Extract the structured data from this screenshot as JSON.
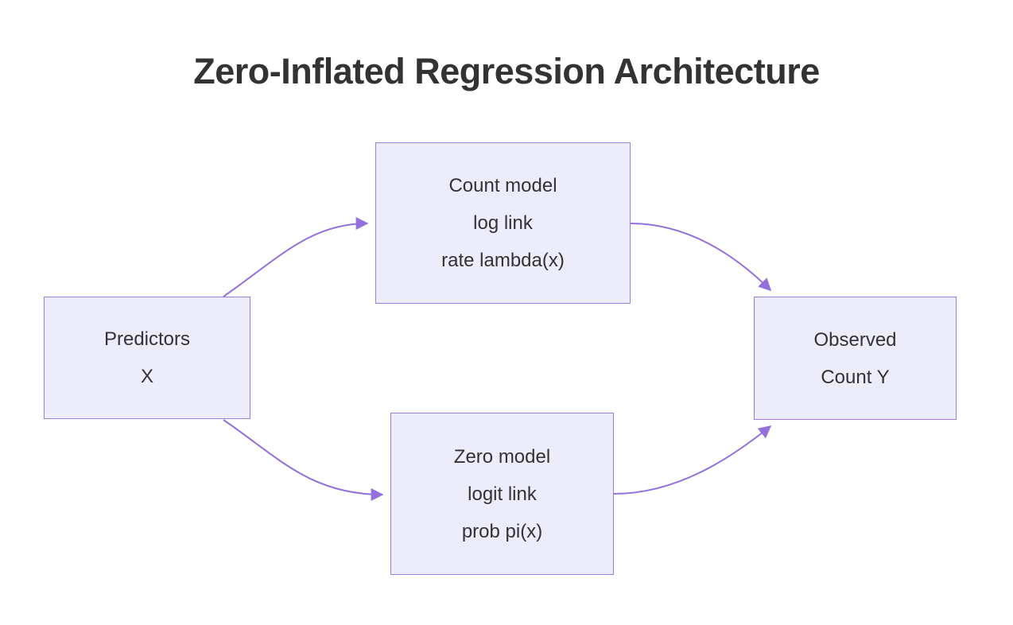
{
  "title": "Zero-Inflated Regression Architecture",
  "diagram": {
    "nodes": {
      "predictors": {
        "lines": [
          "Predictors",
          "X"
        ]
      },
      "count_model": {
        "lines": [
          "Count model",
          "log link",
          "rate lambda(x)"
        ]
      },
      "zero_model": {
        "lines": [
          "Zero model",
          "logit link",
          "prob pi(x)"
        ]
      },
      "observed": {
        "lines": [
          "Observed",
          "Count Y"
        ]
      }
    },
    "edges": [
      {
        "from": "predictors",
        "to": "count_model"
      },
      {
        "from": "predictors",
        "to": "zero_model"
      },
      {
        "from": "count_model",
        "to": "observed"
      },
      {
        "from": "zero_model",
        "to": "observed"
      }
    ],
    "colors": {
      "node_fill": "#ECECFB",
      "node_border": "#9B7DDC",
      "arrow": "#9370DB",
      "text": "#333333"
    }
  }
}
